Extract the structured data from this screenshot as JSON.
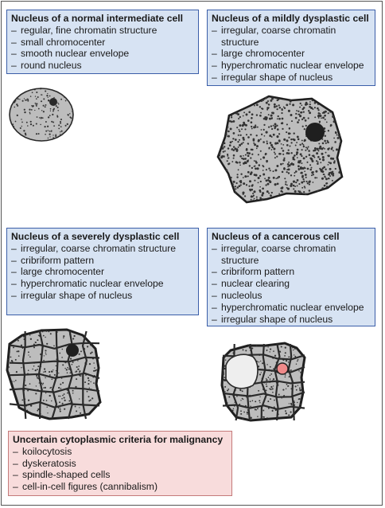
{
  "panels": [
    {
      "title": "Nucleus of a normal intermediate cell",
      "items": [
        "regular, fine chromatin structure",
        "small chromocenter",
        "smooth nuclear envelope",
        "round nucleus"
      ]
    },
    {
      "title": "Nucleus of a mildly dysplastic cell",
      "items": [
        "irregular, coarse chromatin structure",
        "large chromocenter",
        "hyperchromatic nuclear envelope",
        "irregular shape of nucleus"
      ]
    },
    {
      "title": "Nucleus of a severely dysplastic cell",
      "items": [
        "irregular, coarse chromatin structure",
        "cribriform pattern",
        "large chromocenter",
        "hyperchromatic nuclear envelope",
        "irregular shape of nucleus"
      ]
    },
    {
      "title": "Nucleus of a cancerous cell",
      "items": [
        "irregular, coarse chromatin structure",
        "cribriform pattern",
        "nuclear clearing",
        "nucleolus",
        "hyperchromatic nuclear envelope",
        "irregular shape of nucleus"
      ]
    }
  ],
  "cytoplasmic": {
    "title": "Uncertain cytoplasmic criteria for malignancy",
    "items": [
      "koilocytosis",
      "dyskeratosis",
      "spindle-shaped cells",
      "cell-in-cell figures (cannibalism)"
    ]
  },
  "colors": {
    "panel_fill": "#d7e3f3",
    "panel_border": "#3b5ea8",
    "warning_fill": "#f8dcdc",
    "warning_border": "#c47a7a",
    "nucleus_fill": "#bdbdbd",
    "nucleolus": "#ef8a8a"
  }
}
